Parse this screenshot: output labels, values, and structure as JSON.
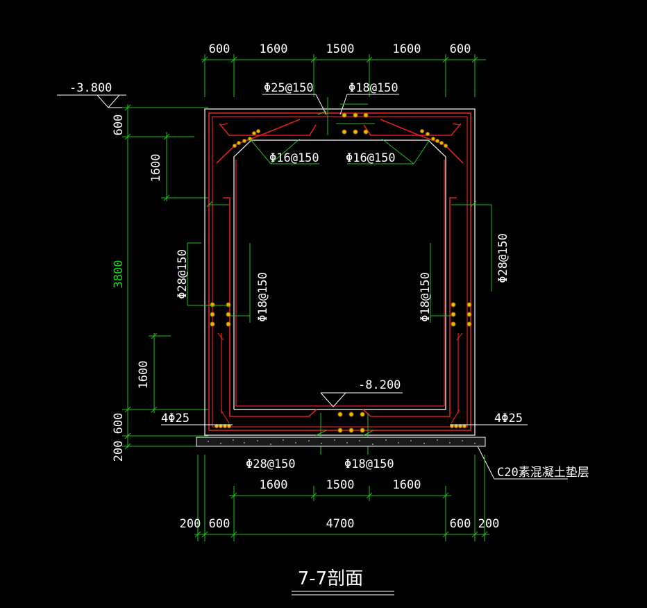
{
  "title": "7-7剖面",
  "elevations": {
    "top": "-3.800",
    "bottom": "-8.200"
  },
  "top_dims": [
    "600",
    "1600",
    "1500",
    "1600",
    "600"
  ],
  "left_dims": {
    "top": "600",
    "upper": "1600",
    "total": "3800",
    "lower": "1600",
    "bottom": "600",
    "cushion": "200"
  },
  "rebar_labels": {
    "top_left": "Φ25@150",
    "top_right": "Φ18@150",
    "haunch_left": "Φ16@150",
    "haunch_right": "Φ16@150",
    "wall_left_outer": "Φ28@150",
    "wall_left_inner": "Φ18@150",
    "wall_right_inner": "Φ18@150",
    "wall_right_outer": "Φ28@150",
    "corner_left": "4Φ25",
    "corner_right": "4Φ25",
    "bottom_left": "Φ28@150",
    "bottom_right": "Φ18@150"
  },
  "cushion_label": "C20素混凝土垫层",
  "bottom_dims_row1": [
    "1600",
    "1500",
    "1600"
  ],
  "bottom_dims_row2": [
    "200",
    "600",
    "4700",
    "600",
    "200"
  ],
  "colors": {
    "background": "#000000",
    "dimension": "#21c021",
    "rebar": "#e02020",
    "text": "#ffffff",
    "highlight_dim": "#19d419"
  }
}
